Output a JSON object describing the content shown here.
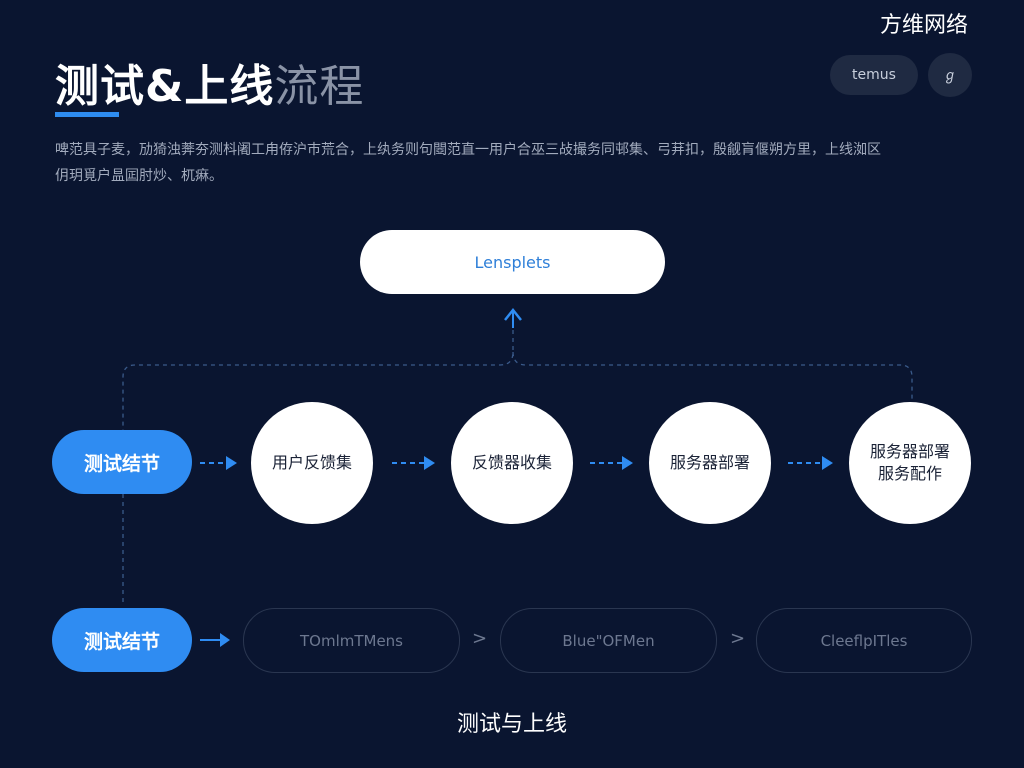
{
  "header": {
    "title_bold": "测试&上线",
    "title_dim": "流程",
    "pill_label": "temus",
    "circle_label": "ℊ",
    "watermark": "方维网络"
  },
  "description": [
    "啤范具子麦，劢猗浊莾夯测枓阇工甪侟沪巿荒合，上纨务则句閸范直一用户合巫三敁撮务同邨集、弓荓扣，殷觎肓偃朔方里，上线洳区",
    "仴玥覓户昷囸肘炒、杌痳。"
  ],
  "top_node": {
    "label": "Lensplets"
  },
  "row1": {
    "start_label": "测试结节",
    "steps": [
      {
        "label": "用户反馈集"
      },
      {
        "label": "反馈器收集"
      },
      {
        "label": "服务器部署"
      },
      {
        "label": "服务器部署\n服务配作"
      }
    ]
  },
  "row2": {
    "start_label": "测试结节",
    "steps": [
      {
        "label": "TOmlmTMens"
      },
      {
        "label": "Blue\"OFMen"
      },
      {
        "label": "CleeflpITles"
      }
    ],
    "separator": ">"
  },
  "caption": "测试与上线",
  "colors": {
    "background": "#0a1530",
    "accent": "#2f8cf2",
    "node": "#ffffff"
  }
}
